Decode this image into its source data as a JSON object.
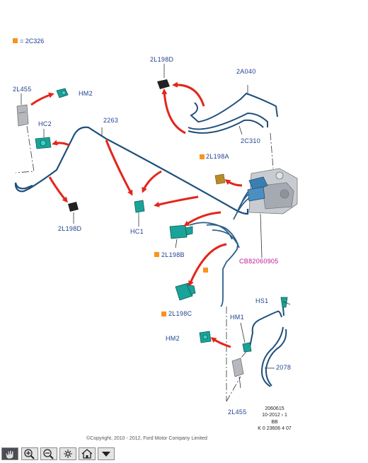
{
  "legend": {
    "symbol_color": "#f7941d",
    "text": "= 2C326"
  },
  "labels": {
    "2l198d_top": "2L198D",
    "2a040": "2A040",
    "2l455_top": "2L455",
    "hm2_top": "HM2",
    "hc2": "HC2",
    "2263": "2263",
    "2c310": "2C310",
    "2l198a": "2L198A",
    "2l198d_left": "2L198D",
    "hc1": "HC1",
    "2l198b": "2L198B",
    "cb": "CB82060905",
    "2l198c": "2L198C",
    "hs1": "HS1",
    "hm1": "HM1",
    "hm2_bottom": "HM2",
    "2078": "2078",
    "2l455_bottom": "2L455"
  },
  "code_block": [
    "2060615",
    "10-2012 ‹ 1",
    "BB",
    "K 0 23606 4 07"
  ],
  "copyright": "©Copyright, 2010 - 2012, Ford Motor Company Limited",
  "toolbar": [
    {
      "name": "pan-tool-button",
      "icon": "hand-icon"
    },
    {
      "name": "zoom-in-button",
      "icon": "zoom-in-icon"
    },
    {
      "name": "zoom-out-button",
      "icon": "zoom-out-icon"
    },
    {
      "name": "fit-button",
      "icon": "fit-icon"
    },
    {
      "name": "home-button",
      "icon": "home-icon"
    },
    {
      "name": "menu-button",
      "icon": "triangle-down-icon"
    }
  ],
  "colors": {
    "pipe": "#1f4f7a",
    "arrow": "#e3251b",
    "label": "#1f3f8f",
    "callout": "#c0139a",
    "connector": "#1aa398"
  }
}
